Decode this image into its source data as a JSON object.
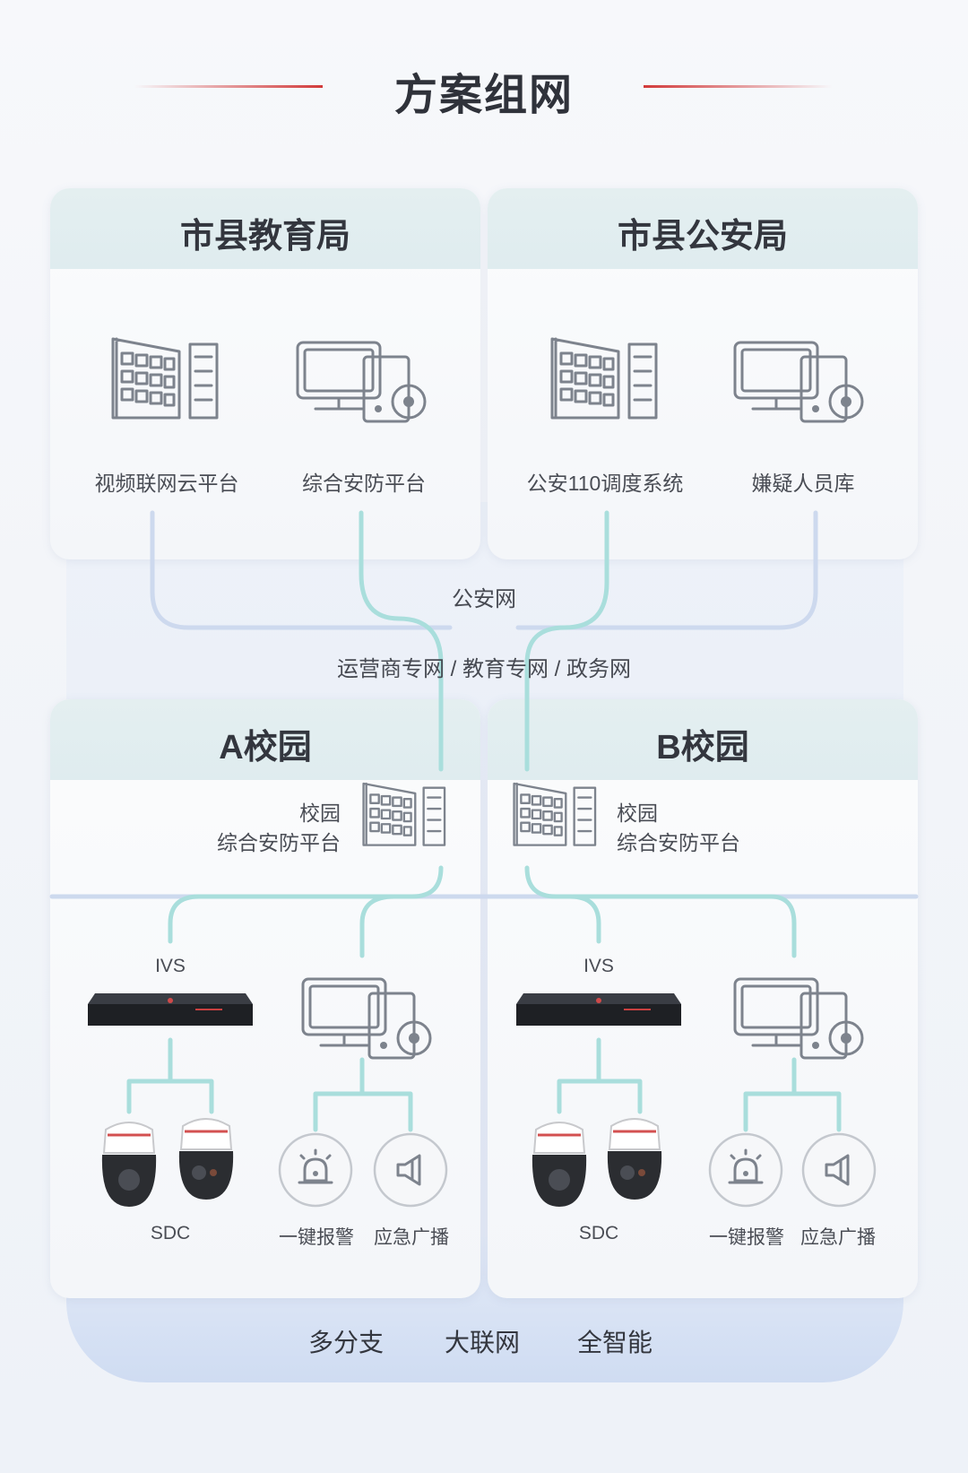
{
  "header": {
    "title": "方案组网"
  },
  "top_panels": [
    {
      "title": "市县教育局",
      "items": [
        {
          "label": "视频联网云平台",
          "icon": "server-rack-icon"
        },
        {
          "label": "综合安防平台",
          "icon": "monitor-camera-icon"
        }
      ]
    },
    {
      "title": "市县公安局",
      "items": [
        {
          "label": "公安110调度系统",
          "icon": "server-rack-icon"
        },
        {
          "label": "嫌疑人员库",
          "icon": "monitor-camera-icon"
        }
      ]
    }
  ],
  "networks": {
    "police": "公安网",
    "carrier": "运营商专网 / 教育专网 / 政务网"
  },
  "campuses": [
    {
      "title": "A校园",
      "platform_line1": "校园",
      "platform_line2": "综合安防平台",
      "ivs": "IVS",
      "sdc": "SDC",
      "alarm": "一键报警",
      "broadcast": "应急广播"
    },
    {
      "title": "B校园",
      "platform_line1": "校园",
      "platform_line2": "综合安防平台",
      "ivs": "IVS",
      "sdc": "SDC",
      "alarm": "一键报警",
      "broadcast": "应急广播"
    }
  ],
  "features": [
    "多分支",
    "大联网",
    "全智能"
  ],
  "colors": {
    "accent_red": "#d23a3a",
    "teal_line": "#a9dedc",
    "blue_line": "#cdd9ee"
  }
}
